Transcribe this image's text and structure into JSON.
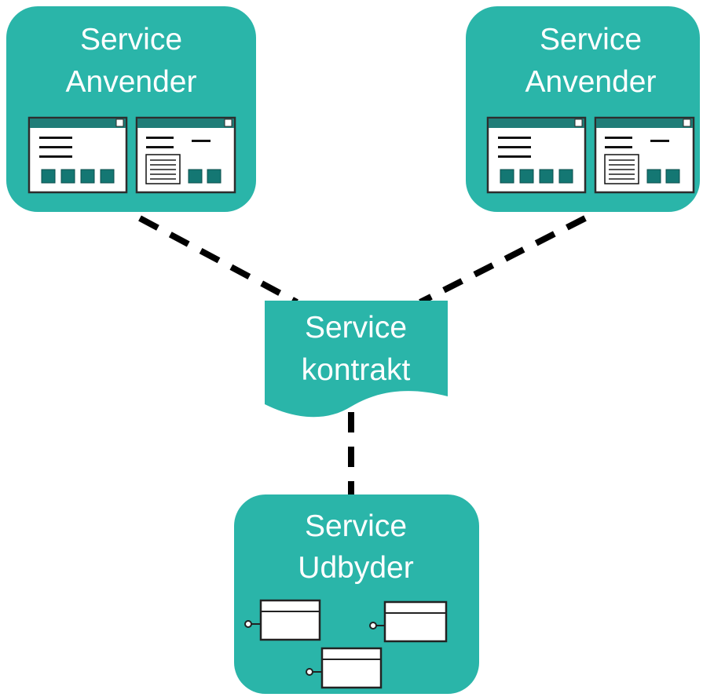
{
  "nodes": {
    "consumer_left": {
      "line1": "Service",
      "line2": "Anvender"
    },
    "consumer_right": {
      "line1": "Service",
      "line2": "Anvender"
    },
    "contract": {
      "line1": "Service",
      "line2": "kontrakt"
    },
    "provider": {
      "line1": "Service",
      "line2": "Udbyder"
    }
  },
  "colors": {
    "node_fill": "#2ab5a9",
    "window_titlebar": "#1f7d78",
    "window_button": "#147773",
    "connector": "#000000",
    "label_text": "#ffffff"
  },
  "connectors": [
    {
      "from": "consumer_left",
      "to": "contract",
      "style": "dashed"
    },
    {
      "from": "consumer_right",
      "to": "contract",
      "style": "dashed"
    },
    {
      "from": "contract",
      "to": "provider",
      "style": "dashed"
    }
  ]
}
